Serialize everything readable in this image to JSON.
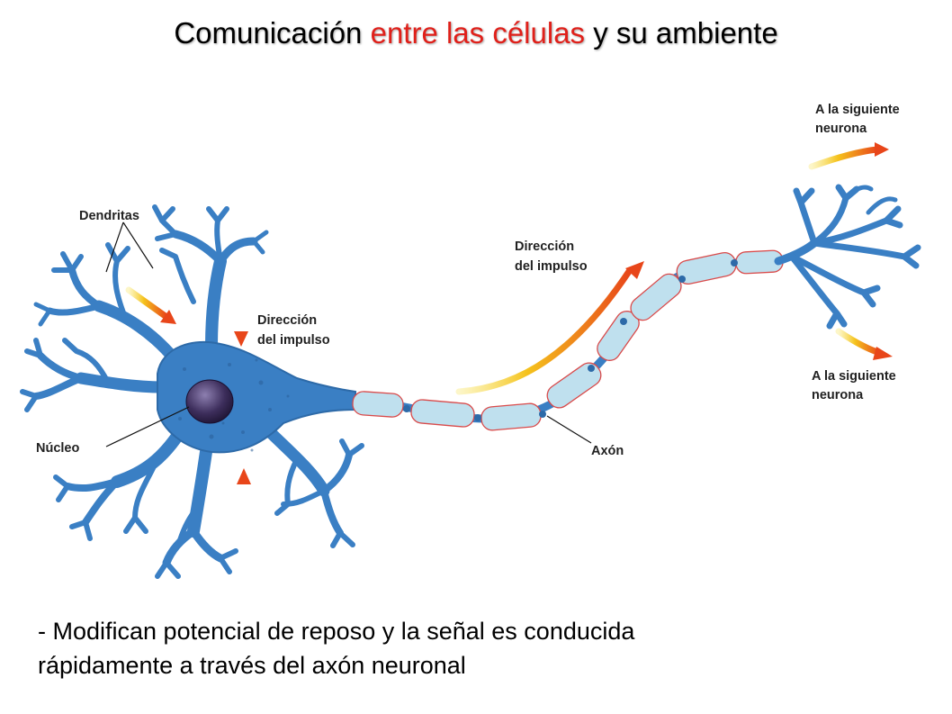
{
  "title": {
    "part1": "Comunicación",
    "part2": "entre las células",
    "part3": "y su ambiente",
    "accent_color": "#e0201a"
  },
  "diagram": {
    "labels": {
      "dendrites": "Dendritas",
      "nucleus": "Núcleo",
      "direction_soma_1": "Dirección",
      "direction_soma_2": "del impulso",
      "direction_axon_1": "Dirección",
      "direction_axon_2": "del impulso",
      "axon": "Axón",
      "next_top_1": "A la siguiente",
      "next_top_2": "neurona",
      "next_bottom_1": "A la siguiente",
      "next_bottom_2": "neurona"
    },
    "colors": {
      "neuron": "#3a7fc4",
      "myelin": "#bfe0ee",
      "myelin_outline": "#d94a4a",
      "arrow_start": "#f5d21c",
      "arrow_end": "#e8461a"
    }
  },
  "bullet": {
    "line1": "- Modifican potencial de reposo y la señal es conducida",
    "line2": "rápidamente a través del axón neuronal"
  }
}
